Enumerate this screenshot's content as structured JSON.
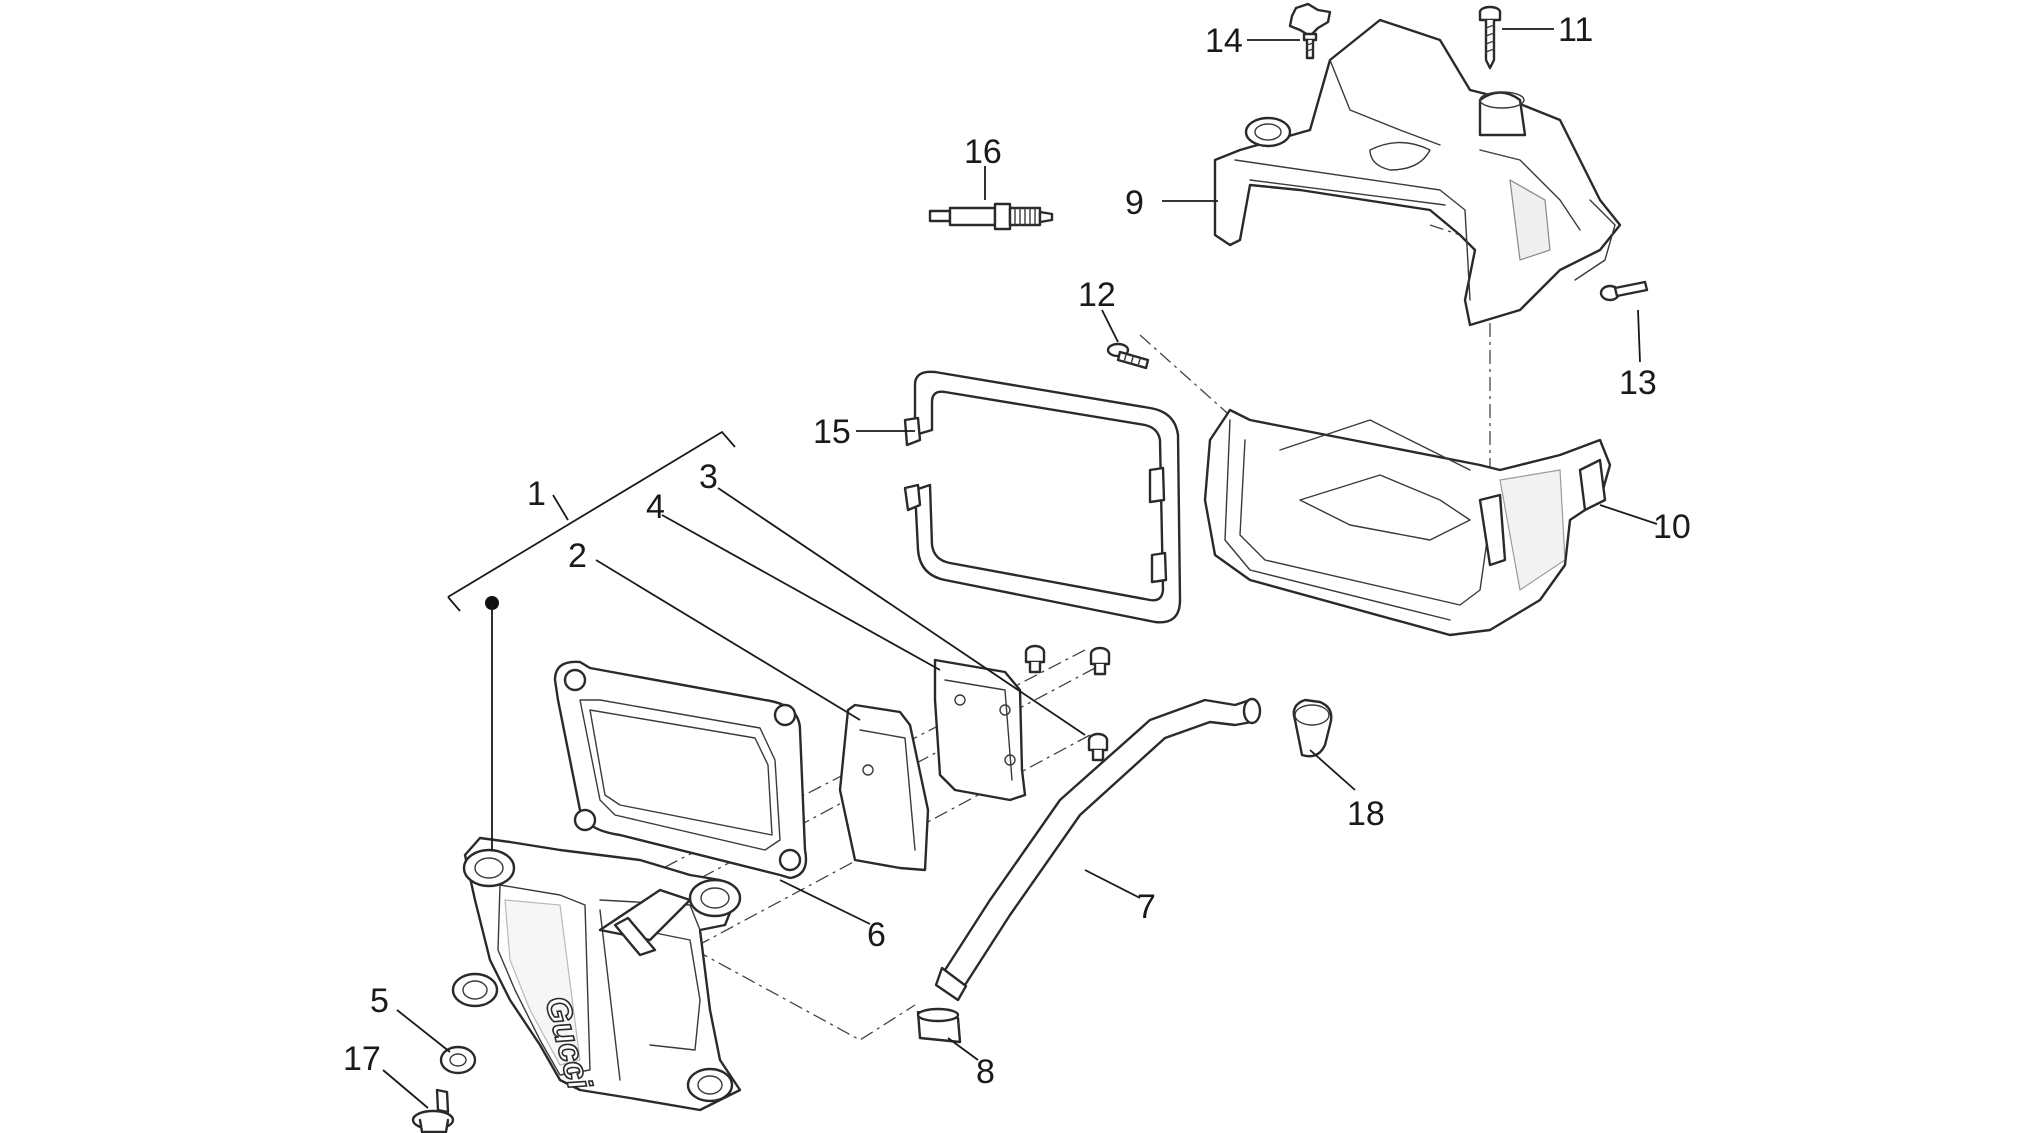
{
  "callouts": {
    "c1": "1",
    "c2": "2",
    "c3": "3",
    "c4": "4",
    "c5": "5",
    "c6": "6",
    "c7": "7",
    "c8": "8",
    "c9": "9",
    "c10": "10",
    "c11": "11",
    "c12": "12",
    "c13": "13",
    "c14": "14",
    "c15": "15",
    "c16": "16",
    "c17": "17",
    "c18": "18"
  },
  "logo": {
    "text": "Gucci"
  },
  "colors": {
    "line": "#2a2a2a",
    "background": "#ffffff",
    "shade": "#e6e6e6"
  }
}
